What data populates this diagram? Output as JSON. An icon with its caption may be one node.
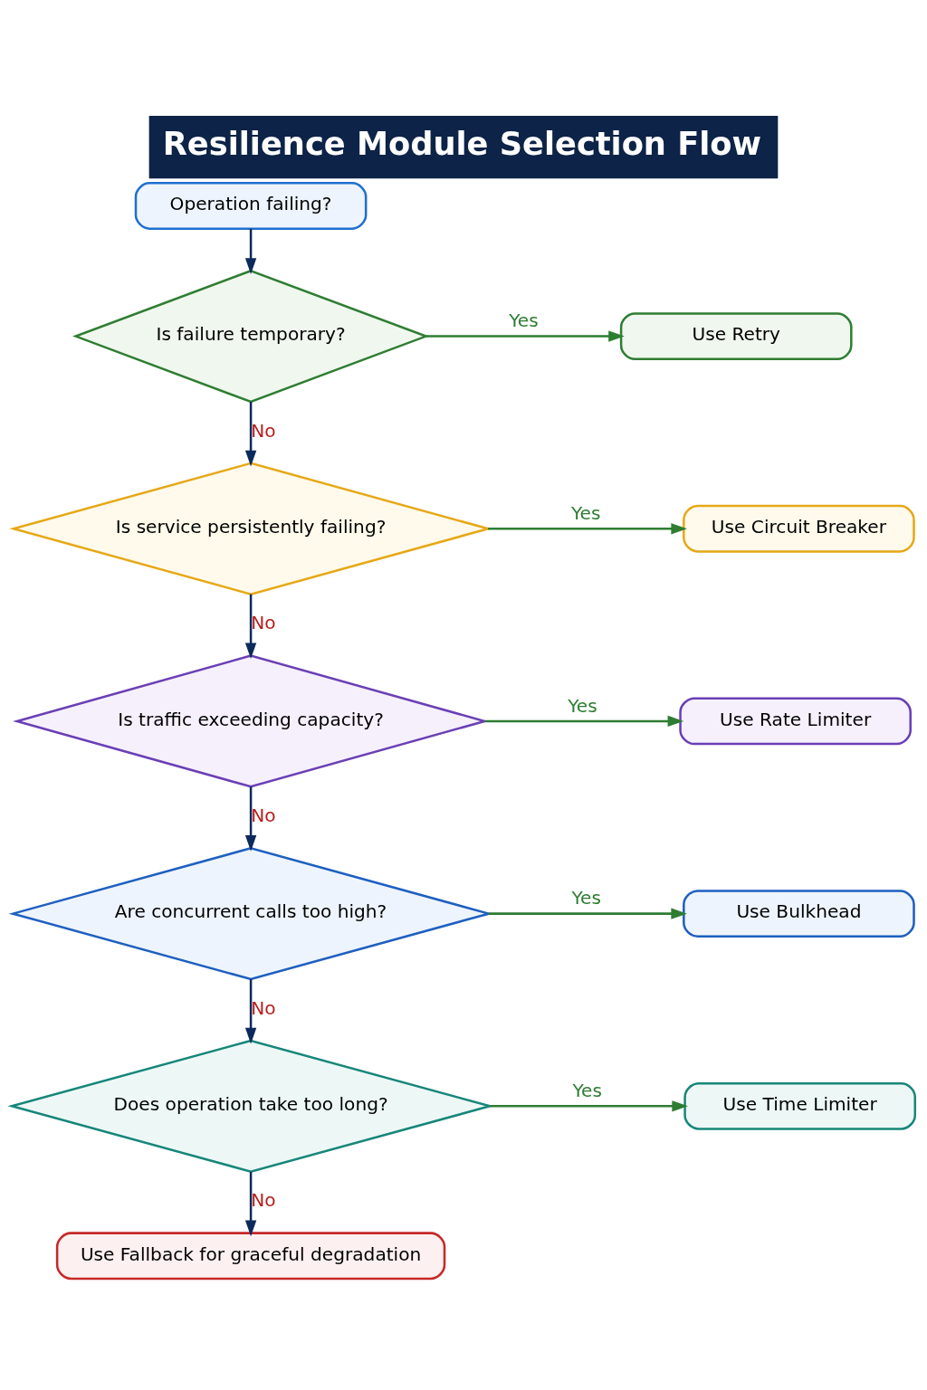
{
  "diagram": {
    "title": "Resilience Module Selection Flow",
    "nodes": [
      {
        "text": [
          "Operation failing?"
        ]
      },
      {
        "text": [
          "Is failure temporary?"
        ]
      },
      {
        "text": [
          "Use Retry"
        ]
      },
      {
        "text": [
          "Is service persistently failing?"
        ]
      },
      {
        "text": [
          "Use Circuit Breaker"
        ]
      },
      {
        "text": [
          "Is traffic exceeding capacity?"
        ]
      },
      {
        "text": [
          "Use Rate Limiter"
        ]
      },
      {
        "text": [
          "Are concurrent calls too high?"
        ]
      },
      {
        "text": [
          "Use Bulkhead"
        ]
      },
      {
        "text": [
          "Does operation take too long?"
        ]
      },
      {
        "text": [
          "Use Time Limiter"
        ]
      },
      {
        "text": [
          "Use Fallback for graceful degradation"
        ]
      }
    ],
    "edges": [
      {
        "from": 0,
        "to": 1,
        "arrow": "to"
      },
      {
        "from": 1,
        "to": 2,
        "arrow": "to",
        "label": "Yes",
        "color": "#2e7d32"
      },
      {
        "from": 1,
        "to": 3,
        "arrow": "to",
        "label": "No"
      },
      {
        "from": 3,
        "to": 4,
        "arrow": "to",
        "label": "Yes",
        "color": "#2e7d32"
      },
      {
        "from": 3,
        "to": 5,
        "arrow": "to",
        "label": "No"
      },
      {
        "from": 5,
        "to": 6,
        "arrow": "to",
        "label": "Yes",
        "color": "#2e7d32"
      },
      {
        "from": 5,
        "to": 7,
        "arrow": "to",
        "label": "No"
      },
      {
        "from": 7,
        "to": 8,
        "arrow": "to",
        "label": "Yes",
        "color": "#2e7d32"
      },
      {
        "from": 7,
        "to": 9,
        "arrow": "to",
        "label": "No"
      },
      {
        "from": 9,
        "to": 10,
        "arrow": "to",
        "label": "Yes",
        "color": "#2e7d32"
      },
      {
        "from": 9,
        "to": 11,
        "arrow": "to",
        "label": "No"
      }
    ]
  }
}
